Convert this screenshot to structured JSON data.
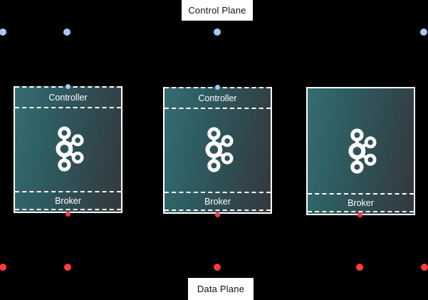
{
  "diagram": {
    "title": "Kafka KRaft control/data plane diagram",
    "control_plane": {
      "label": "Control Plane"
    },
    "data_plane": {
      "label": "Data Plane"
    },
    "colors": {
      "background": "#000000",
      "control_plane_dot": "#a5c8f3",
      "data_plane_dot": "#fc3b3e",
      "node_border": "#ffffff",
      "node_gradient_start": "#376d70",
      "node_gradient_end": "#33373e",
      "label_text": "#ffffff"
    },
    "nodes": [
      {
        "id": "node-1",
        "has_controller": true,
        "controller_label": "Controller",
        "broker_label": "Broker"
      },
      {
        "id": "node-2",
        "has_controller": true,
        "controller_label": "Controller",
        "broker_label": "Broker"
      },
      {
        "id": "node-3",
        "has_controller": false,
        "controller_label": "",
        "broker_label": "Broker"
      }
    ],
    "icons": [
      {
        "name": "kafka-logo",
        "description": "Apache Kafka logo, white ring nodes connected by lines"
      }
    ]
  }
}
